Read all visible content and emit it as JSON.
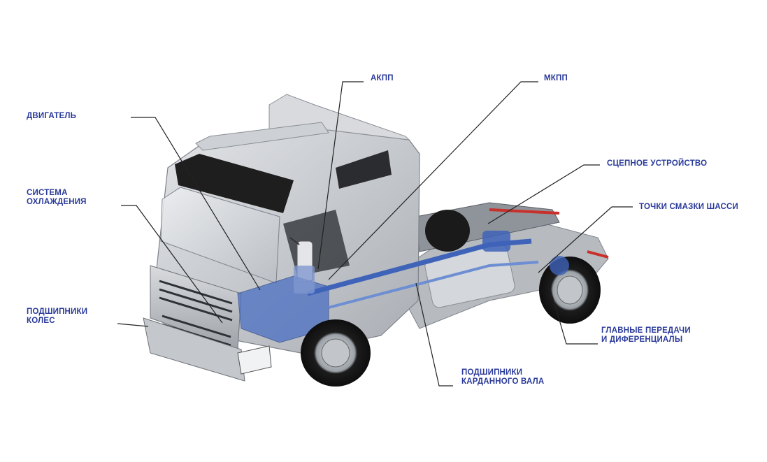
{
  "diagram": {
    "labels": {
      "engine": [
        "ДВИГАТЕЛЬ"
      ],
      "cooling": [
        "СИСТЕМА",
        "ОХЛАЖДЕНИЯ"
      ],
      "wheel_bearings": [
        "ПОДШИПНИКИ",
        "КОЛЕС"
      ],
      "automatic_transmission": [
        "АКПП"
      ],
      "manual_transmission": [
        "МКПП"
      ],
      "fifth_wheel": [
        "СЦЕПНОЕ УСТРОЙСТВО"
      ],
      "chassis_lube_points": [
        "ТОЧКИ СМАЗКИ ШАССИ"
      ],
      "final_drives": [
        "ГЛАВНЫЕ ПЕРЕДАЧИ",
        "И ДИФЕРЕНЦИАЛЫ"
      ],
      "driveshaft_bearings": [
        "ПОДШИПНИКИ",
        "КАРДАННОГО ВАЛА"
      ]
    },
    "colors": {
      "label_text": "#2a3a9a",
      "leader_line": "#222222",
      "cab_body": "#c9ccd0",
      "components": "#3e63b8"
    }
  }
}
